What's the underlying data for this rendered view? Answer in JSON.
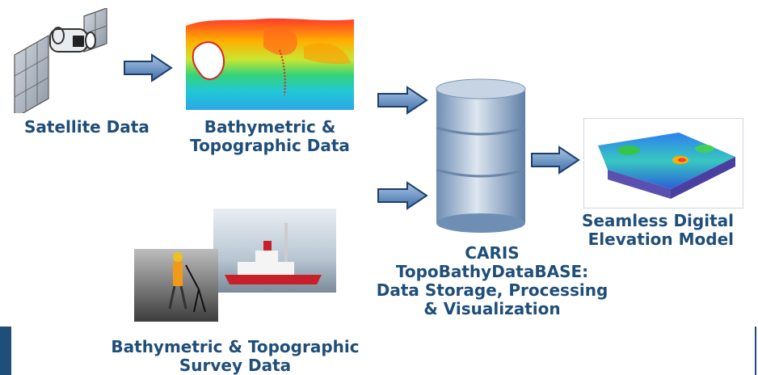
{
  "nodes": {
    "satellite": {
      "label": "Satellite Data",
      "icon": "satellite-icon"
    },
    "bathy_topo": {
      "label": "Bathymetric &\nTopographic Data",
      "icon": "bathymetric-map-image"
    },
    "survey": {
      "label": "Bathymetric & Topographic\nSurvey Data",
      "icon": "survey-ship-image"
    },
    "database": {
      "label": "CARIS\nTopoBathyDataBASE:\nData Storage, Processing\n& Visualization",
      "icon": "database-cylinder-icon"
    },
    "dem": {
      "label": "Seamless Digital\nElevation Model",
      "icon": "dem-3d-image"
    }
  },
  "colors": {
    "label_text": "#1f4e79",
    "arrow_fill": "#5b8ec4",
    "arrow_stroke": "#1f3d66",
    "cylinder": "#8fa9c8"
  }
}
